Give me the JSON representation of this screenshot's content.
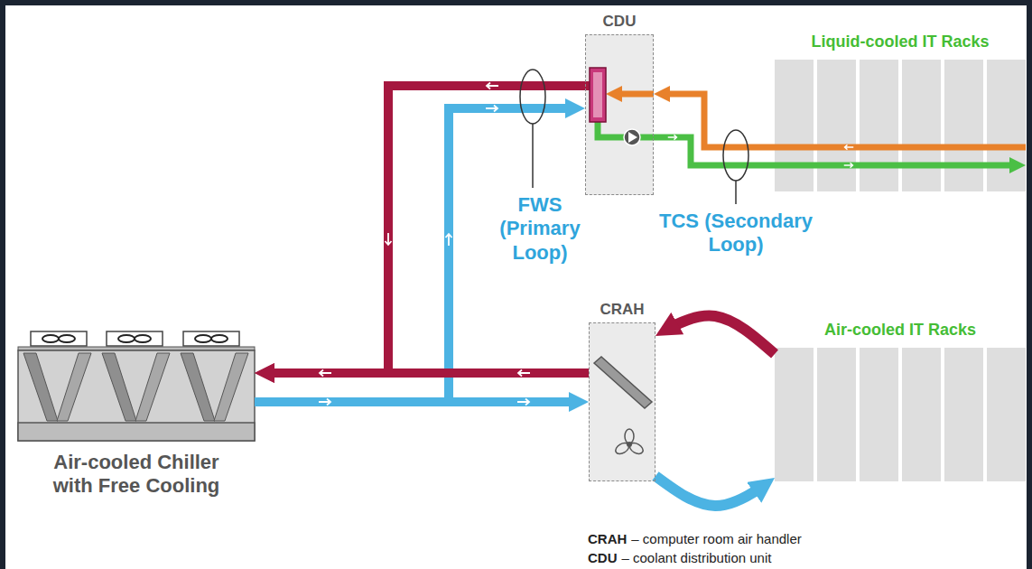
{
  "diagram": {
    "nodes": [
      {
        "text": [
          "CDU"
        ]
      },
      {
        "text": [
          "Liquid-cooled IT Racks"
        ]
      },
      {
        "text": [
          "CRAH"
        ]
      },
      {
        "text": [
          "Air-cooled IT Racks"
        ]
      },
      {
        "text": [
          "Air-cooled Chiller with Free Cooling"
        ]
      }
    ],
    "edges": [
      {
        "from": 4,
        "to": 2,
        "arrow": "to"
      },
      {
        "from": 4,
        "to": 0,
        "arrow": "to"
      },
      {
        "from": 2,
        "to": 4,
        "arrow": "to"
      },
      {
        "from": 0,
        "to": 4,
        "arrow": "to"
      },
      {
        "from": 0,
        "to": 1,
        "arrow": "to"
      },
      {
        "from": 1,
        "to": 0,
        "arrow": "to"
      },
      {
        "from": 2,
        "to": 3,
        "arrow": "to"
      },
      {
        "from": 3,
        "to": 2,
        "arrow": "to"
      }
    ],
    "labels": [
      "FWS (Primary Loop)",
      "TCS (Secondary Loop)",
      "CRAH",
      "– computer room air handler",
      "CDU",
      "– coolant distribution unit"
    ]
  }
}
